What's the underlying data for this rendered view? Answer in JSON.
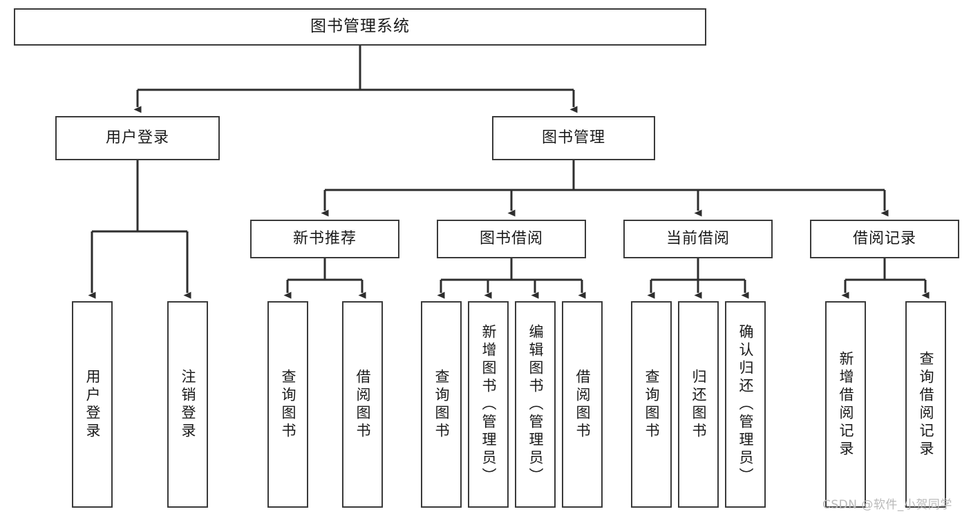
{
  "diagram": {
    "title": "图书管理系统",
    "type": "tree-hierarchy-diagram",
    "root": {
      "id": "root",
      "label": "图书管理系统"
    },
    "level2": [
      {
        "id": "user-login",
        "label": "用户登录"
      },
      {
        "id": "book-manage",
        "label": "图书管理"
      }
    ],
    "level3": [
      {
        "id": "new-book-rec",
        "label": "新书推荐"
      },
      {
        "id": "book-borrow",
        "label": "图书借阅"
      },
      {
        "id": "current-borrow",
        "label": "当前借阅"
      },
      {
        "id": "borrow-record",
        "label": "借阅记录"
      }
    ],
    "leaves": {
      "user_login": [
        {
          "id": "leaf-user-login",
          "label": "用户登录"
        },
        {
          "id": "leaf-user-logout",
          "label": "注销登录"
        }
      ],
      "new_book_rec": [
        {
          "id": "leaf-query-book-1",
          "label": "查询图书"
        },
        {
          "id": "leaf-borrow-book-1",
          "label": "借阅图书"
        }
      ],
      "book_borrow": [
        {
          "id": "leaf-query-book-2",
          "label": "查询图书"
        },
        {
          "id": "leaf-add-book",
          "label": "新增图书（管理员）"
        },
        {
          "id": "leaf-edit-book",
          "label": "编辑图书（管理员）"
        },
        {
          "id": "leaf-borrow-book-2",
          "label": "借阅图书"
        }
      ],
      "current_borrow": [
        {
          "id": "leaf-query-book-3",
          "label": "查询图书"
        },
        {
          "id": "leaf-return-book",
          "label": "归还图书"
        },
        {
          "id": "leaf-confirm-return",
          "label": "确认归还（管理员）"
        }
      ],
      "borrow_record": [
        {
          "id": "leaf-add-record",
          "label": "新增借阅记录"
        },
        {
          "id": "leaf-query-record",
          "label": "查询借阅记录"
        }
      ]
    }
  },
  "watermark": {
    "text": "CSDN @软件_小贺同学"
  },
  "colors": {
    "stroke": "#3a3a3a",
    "background": "#ffffff",
    "text": "#1a1a1a",
    "watermark": "#b9b9b9"
  }
}
